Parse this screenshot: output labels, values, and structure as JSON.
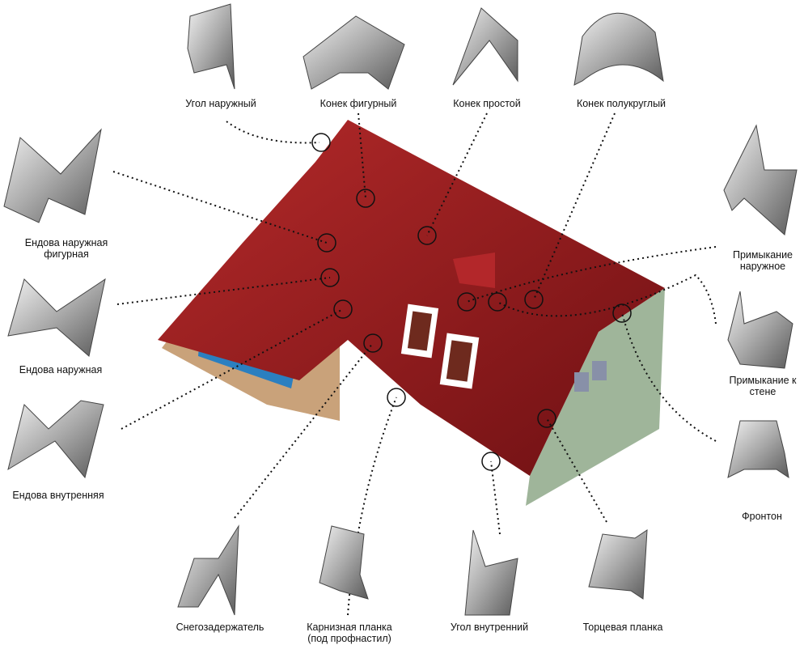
{
  "title": "Roof flashing elements",
  "labels": {
    "ugol_naruzhny": "Угол наружный",
    "konek_figurny": "Конек фигурный",
    "konek_prostoy": "Конек простой",
    "konek_polukrugly": "Конек полукруглый",
    "endova_nar_fig_1": "Ендова наружная",
    "endova_nar_fig_2": "фигурная",
    "endova_naruzhnaya": "Ендова наружная",
    "endova_vnutrennyaya": "Ендова внутренняя",
    "primykanie_nar_1": "Примыкание",
    "primykanie_nar_2": "наружное",
    "primykanie_stene_1": "Примыкание к",
    "primykanie_stene_2": "стене",
    "fronton": "Фронтон",
    "snegozaderzhatel": "Снегозадержатель",
    "karniz_1": "Карнизная планка",
    "karniz_2": "(под профнастил)",
    "ugol_vnutrenny": "Угол внутренний",
    "tortsevaya": "Торцевая планка"
  },
  "colors": {
    "roof": "#8e1a1c",
    "metal": "#b8b8b8",
    "wall": "#9fb59a"
  }
}
